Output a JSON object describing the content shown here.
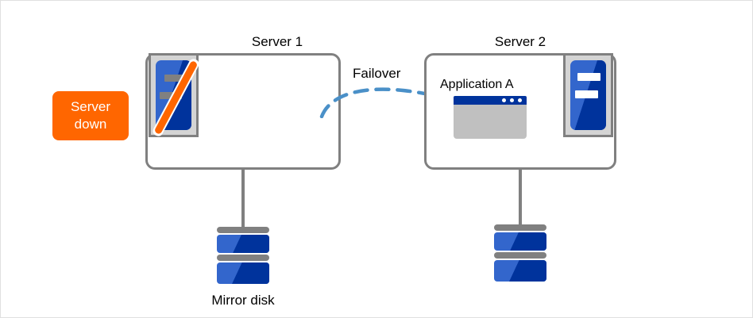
{
  "diagram": {
    "type": "failover-cluster-diagram",
    "background_color": "#ffffff",
    "border_color": "#e0e0e0"
  },
  "colors": {
    "accent_orange": "#ff6600",
    "server_gray": "#808080",
    "icon_frame_gray": "#d4d4d4",
    "blue_light": "#3366cc",
    "blue_dark": "#00339c",
    "window_body_gray": "#c0c0c0",
    "arrow_blue": "#4a90c8"
  },
  "status_badge": {
    "line1": "Server",
    "line2": "down",
    "color": "#ff6600",
    "text_color": "#ffffff"
  },
  "nodes": [
    {
      "id": "server1",
      "title": "Server 1",
      "state": "down",
      "has_slash": true,
      "icon_position": "top-left",
      "application": null
    },
    {
      "id": "server2",
      "title": "Server 2",
      "state": "active",
      "has_slash": false,
      "icon_position": "top-right",
      "application": "Application  A"
    }
  ],
  "transition": {
    "label": "Failover",
    "direction": "server1-to-server2",
    "line_style": "dashed",
    "color": "#4a90c8"
  },
  "storage": [
    {
      "id": "disk1",
      "caption": "Mirror disk",
      "tiers": 2,
      "owner": "server1"
    },
    {
      "id": "disk2",
      "caption": "",
      "tiers": 2,
      "owner": "server2"
    }
  ]
}
